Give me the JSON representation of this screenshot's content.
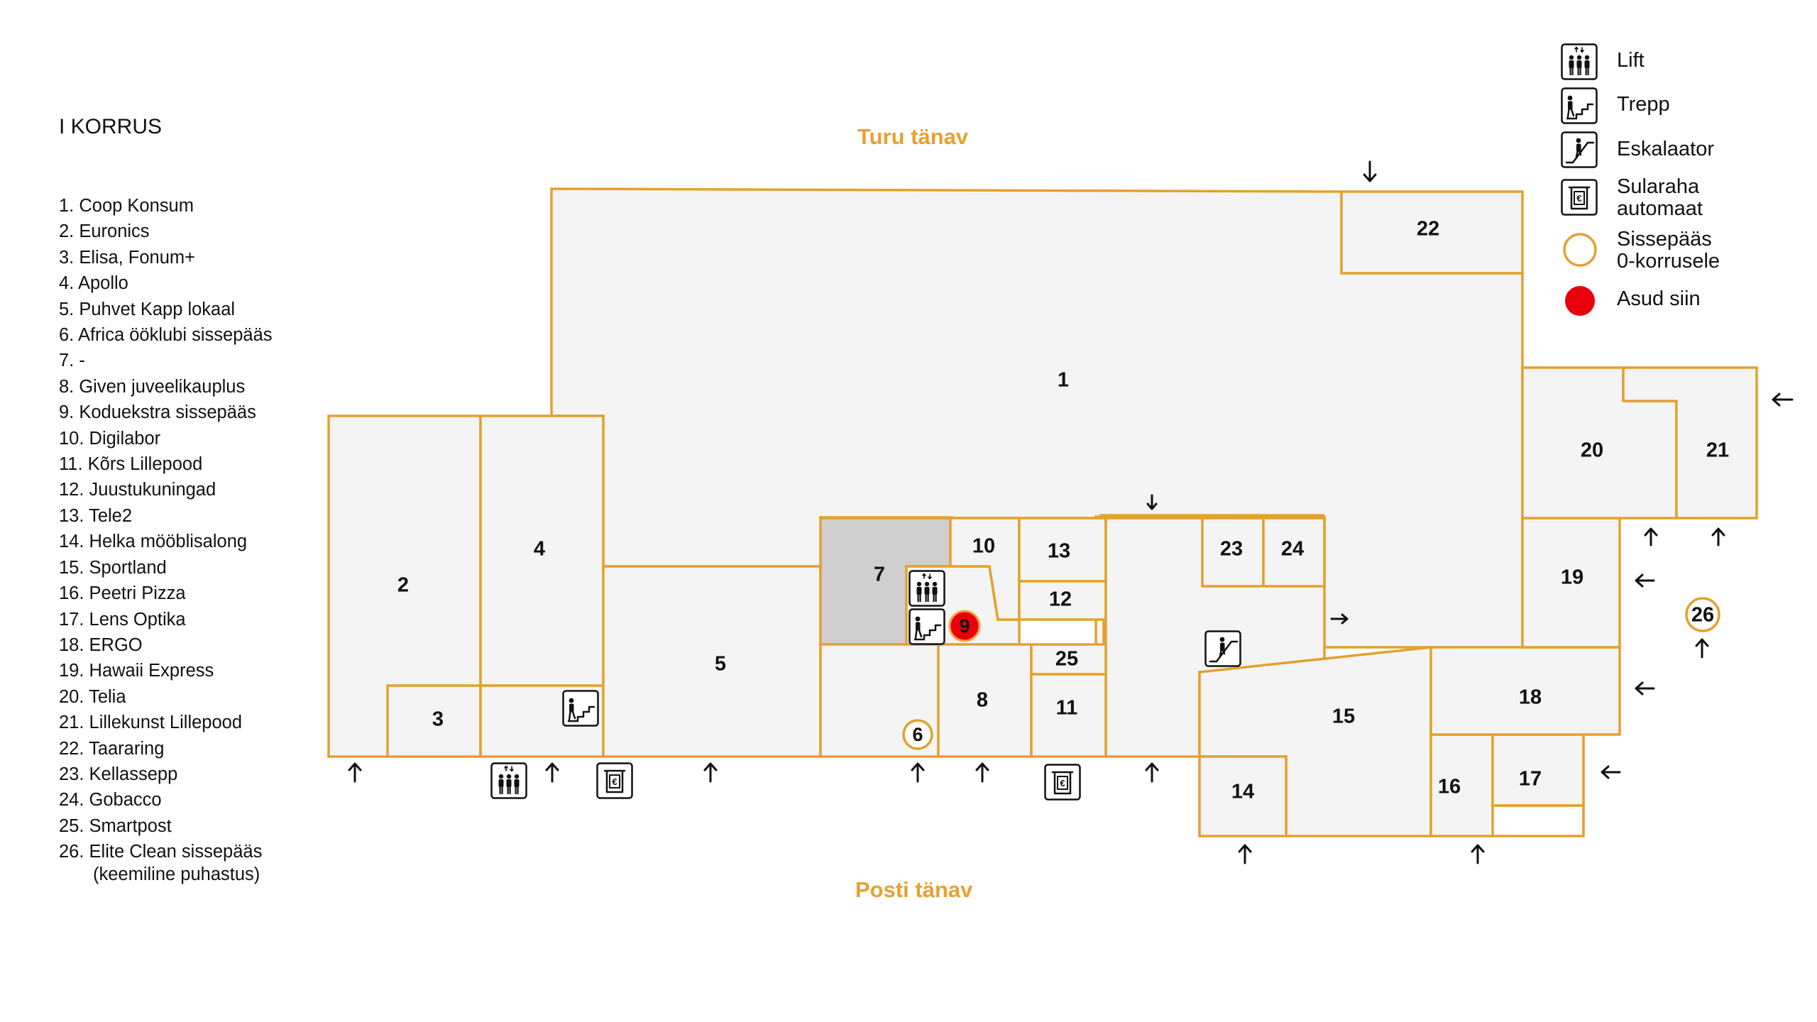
{
  "floor_title": "I KORRUS",
  "streets": {
    "top": "Turu tänav",
    "bottom": "Posti tänav"
  },
  "tenants": [
    "1. Coop Konsum",
    "2. Euronics",
    "3. Elisa, Fonum+",
    "4. Apollo",
    "5. Puhvet Kapp lokaal",
    "6. Africa ööklubi sissepääs",
    "7. -",
    "8. Given juveelikauplus",
    "9. Koduekstra sissepääs",
    "10. Digilabor",
    "11. Kõrs Lillepood",
    "12. Juustukuningad",
    "13. Tele2",
    "14. Helka mööblisalong",
    "15. Sportland",
    "16. Peetri Pizza",
    "17. Lens Optika",
    "18. ERGO",
    "19. Hawaii Express",
    "20. Telia",
    "21. Lillekunst Lillepood",
    "22. Taararing",
    "23. Kellassepp",
    "24. Gobacco",
    "25. Smartpost",
    "26. Elite Clean sissepääs",
    "(keemiline puhastus)"
  ],
  "highlighted_tenant": "9",
  "legend": {
    "lift": "Lift",
    "stairs": "Trepp",
    "escalator": "Eskalaator",
    "atm_1": "Sularaha",
    "atm_2": "automaat",
    "entrance_1": "Sissepääs",
    "entrance_2": "0-korrusele",
    "you_are_here": "Asud siin"
  },
  "rooms": {
    "r1": "1",
    "r2": "2",
    "r3": "3",
    "r4": "4",
    "r5": "5",
    "r6": "6",
    "r7": "7",
    "r8": "8",
    "r9": "9",
    "r10": "10",
    "r11": "11",
    "r12": "12",
    "r13": "13",
    "r14": "14",
    "r15": "15",
    "r16": "16",
    "r17": "17",
    "r18": "18",
    "r19": "19",
    "r20": "20",
    "r21": "21",
    "r22": "22",
    "r23": "23",
    "r24": "24",
    "r25": "25",
    "r26": "26"
  },
  "colors": {
    "wall": "#e3a12f",
    "street": "#e8a032",
    "room_fill": "#f4f4f4",
    "room_unused": "#cfcfcf",
    "you_are_here": "#e8000d",
    "highlight": "#f4a1a1"
  },
  "icons": [
    "lift-icon",
    "stairs-icon",
    "escalator-icon",
    "atm-icon",
    "entrance-ring-icon",
    "you-are-here-dot",
    "entrance-arrow-icon"
  ]
}
